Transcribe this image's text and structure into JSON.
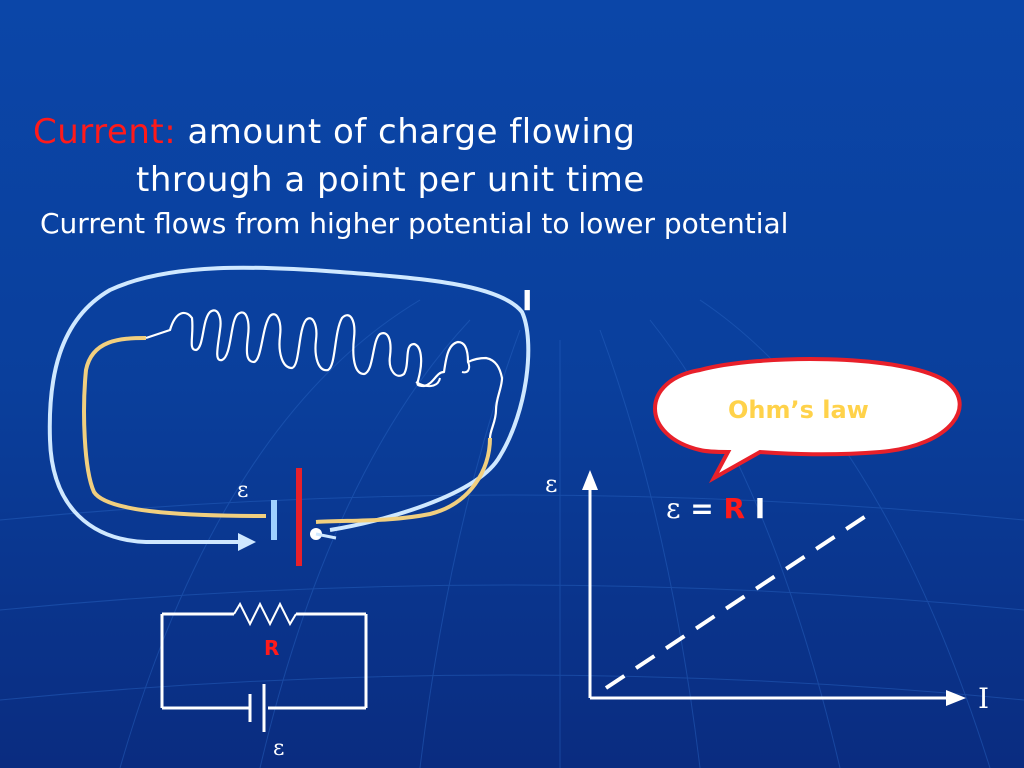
{
  "slide": {
    "title_keyword": "Current:",
    "title_rest_line1": "amount of charge flowing",
    "title_line2": "through a point per unit time",
    "subtitle": "Current flows from higher potential to lower potential"
  },
  "circuit_drawing": {
    "current_label": "I",
    "emf_label": "ε"
  },
  "schematic": {
    "resistor_label": "R",
    "emf_label": "ε"
  },
  "callout": {
    "text": "Ohm’s law"
  },
  "formula": {
    "lhs": "ε",
    "equals": "=",
    "r": "R",
    "i": "I"
  },
  "graph": {
    "y_axis_label": "ε",
    "x_axis_label": "I"
  },
  "colors": {
    "background_top": "#0a3a8a",
    "background_bottom": "#0a2f86",
    "accent_red": "#e8202a",
    "wire_yellow": "#f1cf7f",
    "loop_light_blue": "#cfe8ff",
    "callout_text": "#ffd24a"
  }
}
